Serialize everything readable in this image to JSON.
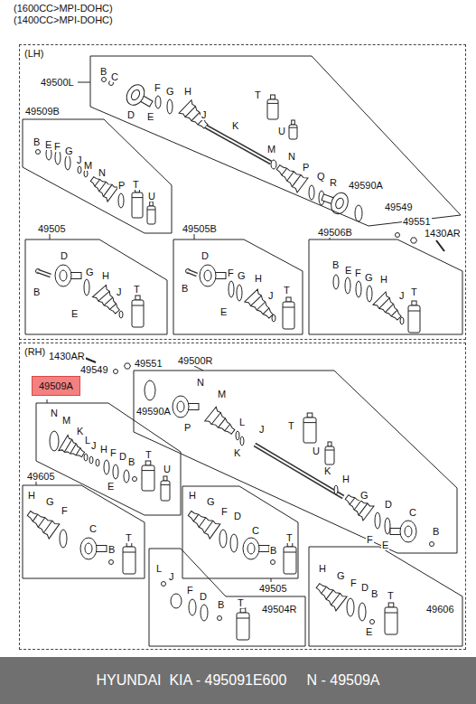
{
  "diagram": {
    "caption": "HYUNDAI  KIA - 495091E600     N - 49509A",
    "nodes": [
      {
        "text": [
          "(LH)"
        ]
      },
      {
        "text": [
          "49500L"
        ],
        "in": 0
      },
      {
        "text": [
          "49509B"
        ],
        "in": 0
      },
      {
        "text": [
          "49505"
        ],
        "in": 0
      },
      {
        "text": [
          "49505B"
        ],
        "in": 0
      },
      {
        "text": [
          "49506B"
        ],
        "in": 0
      },
      {
        "text": [
          "(RH)"
        ]
      },
      {
        "text": [
          "49500R"
        ],
        "in": 6
      },
      {
        "text": [
          "49509A"
        ],
        "in": 6
      },
      {
        "text": [
          "49605"
        ],
        "in": 6
      },
      {
        "text": [
          "49505"
        ],
        "in": 6
      },
      {
        "text": [
          "49504R"
        ],
        "in": 6
      },
      {
        "text": [
          "49606"
        ],
        "in": 6
      }
    ],
    "labels": [
      "(1600CC>MPI-DOHC)",
      "(1400CC>MPI-DOHC)",
      "B",
      "C",
      "D",
      "E",
      "F",
      "G",
      "H",
      "J",
      "K",
      "T",
      "U",
      "M",
      "N",
      "P",
      "Q",
      "R",
      "49590A",
      "B",
      "E",
      "F",
      "G",
      "J",
      "M",
      "N",
      "P",
      "T",
      "U",
      "D",
      "B",
      "G",
      "H",
      "E",
      "J",
      "T",
      "D",
      "F",
      "G",
      "H",
      "B",
      "E",
      "J",
      "T",
      "B",
      "E",
      "F",
      "G",
      "H",
      "J",
      "T",
      "49549",
      "49551",
      "1430AR",
      "1430AR",
      "49551",
      "49549",
      "49590A",
      "N",
      "M",
      "P",
      "L",
      "K",
      "J",
      "T",
      "U",
      "K",
      "H",
      "G",
      "D",
      "C",
      "F",
      "E",
      "B",
      "N",
      "M",
      "K",
      "L",
      "J",
      "H",
      "F",
      "D",
      "E",
      "B",
      "T",
      "U",
      "H",
      "G",
      "F",
      "C",
      "B",
      "T",
      "H",
      "G",
      "F",
      "D",
      "C",
      "B",
      "T",
      "L",
      "J",
      "F",
      "D",
      "B",
      "T",
      "H",
      "G",
      "F",
      "D",
      "B",
      "E",
      "T"
    ]
  }
}
